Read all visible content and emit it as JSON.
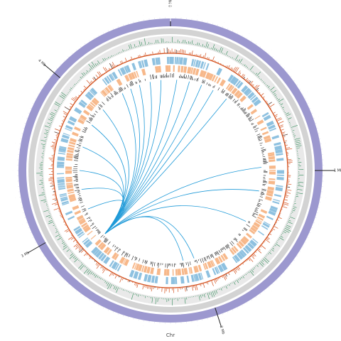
{
  "diagram": {
    "chromosome_label": "Chr",
    "major_ticks": [
      {
        "label": "0 Mb",
        "angle_deg": 0
      },
      {
        "label": "1 Mb",
        "angle_deg": 90
      },
      {
        "label": "2 Mb",
        "angle_deg": 162
      },
      {
        "label": "3 Mb",
        "angle_deg": 240
      },
      {
        "label": "4 Mb",
        "angle_deg": 310
      }
    ],
    "colors": {
      "outer_ring": "#9c98cf",
      "gc_ring": "#d3d3d3",
      "gc_ring_light": "#e9e9e9",
      "gc_skew": "#2e8b57",
      "coverage": "#d4521f",
      "coverage_dark": "#3a1a10",
      "genes_forward": "#8ec1e0",
      "genes_reverse": "#f7b88a",
      "gene_marks": "#222222",
      "links": "#1f9ad8"
    },
    "link_hub_angle_deg": 226,
    "link_targets_deg": [
      328,
      334,
      340,
      347,
      354,
      4,
      12,
      20,
      28,
      38,
      88,
      103,
      124,
      165,
      172,
      245,
      258,
      270,
      285,
      300,
      312
    ]
  }
}
